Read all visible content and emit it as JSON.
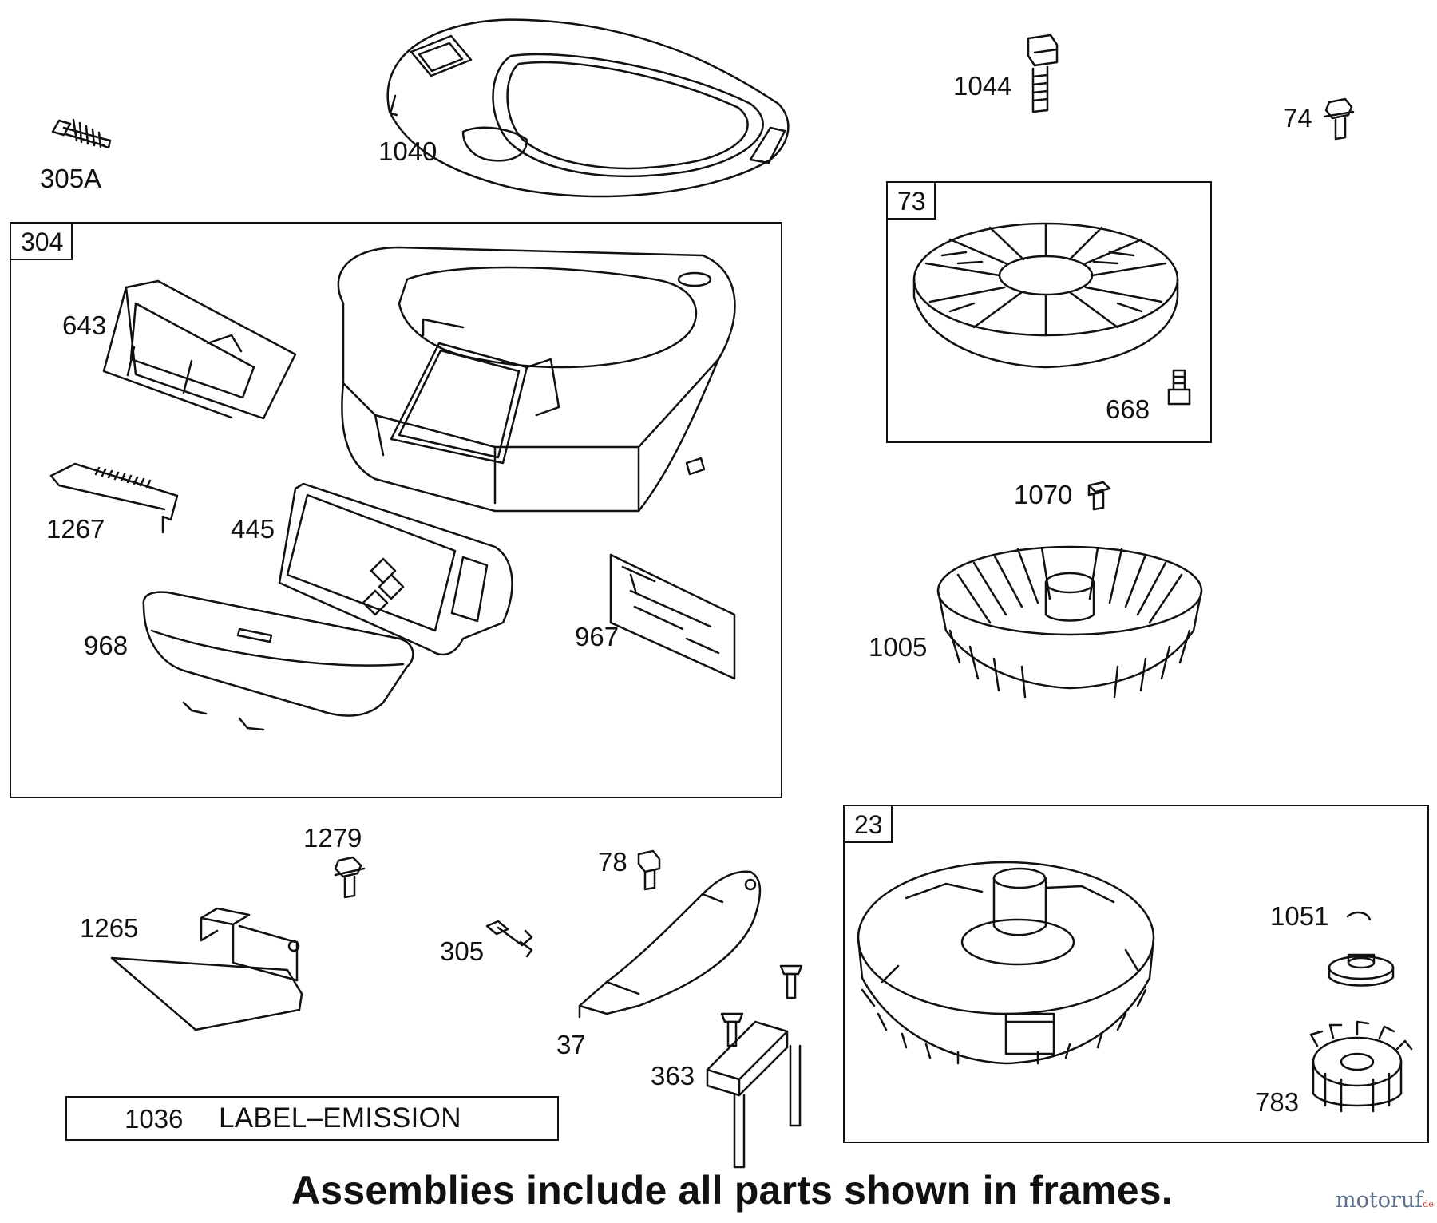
{
  "frames": [
    {
      "id": "304",
      "label": "304"
    },
    {
      "id": "73",
      "label": "73"
    },
    {
      "id": "23",
      "label": "23"
    }
  ],
  "parts": {
    "p305A": "305A",
    "p1040": "1040",
    "p1044": "1044",
    "p74": "74",
    "p643": "643",
    "p1267": "1267",
    "p445": "445",
    "p968": "968",
    "p967": "967",
    "p668": "668",
    "p1070": "1070",
    "p1005": "1005",
    "p1279": "1279",
    "p1265": "1265",
    "p305": "305",
    "p78": "78",
    "p37": "37",
    "p363": "363",
    "p1051": "1051",
    "p783": "783"
  },
  "label_box": {
    "number": "1036",
    "text": "LABEL–EMISSION"
  },
  "footer": "Assemblies include all parts shown in frames.",
  "watermark": {
    "name": "motoruf",
    "tld": "de"
  }
}
